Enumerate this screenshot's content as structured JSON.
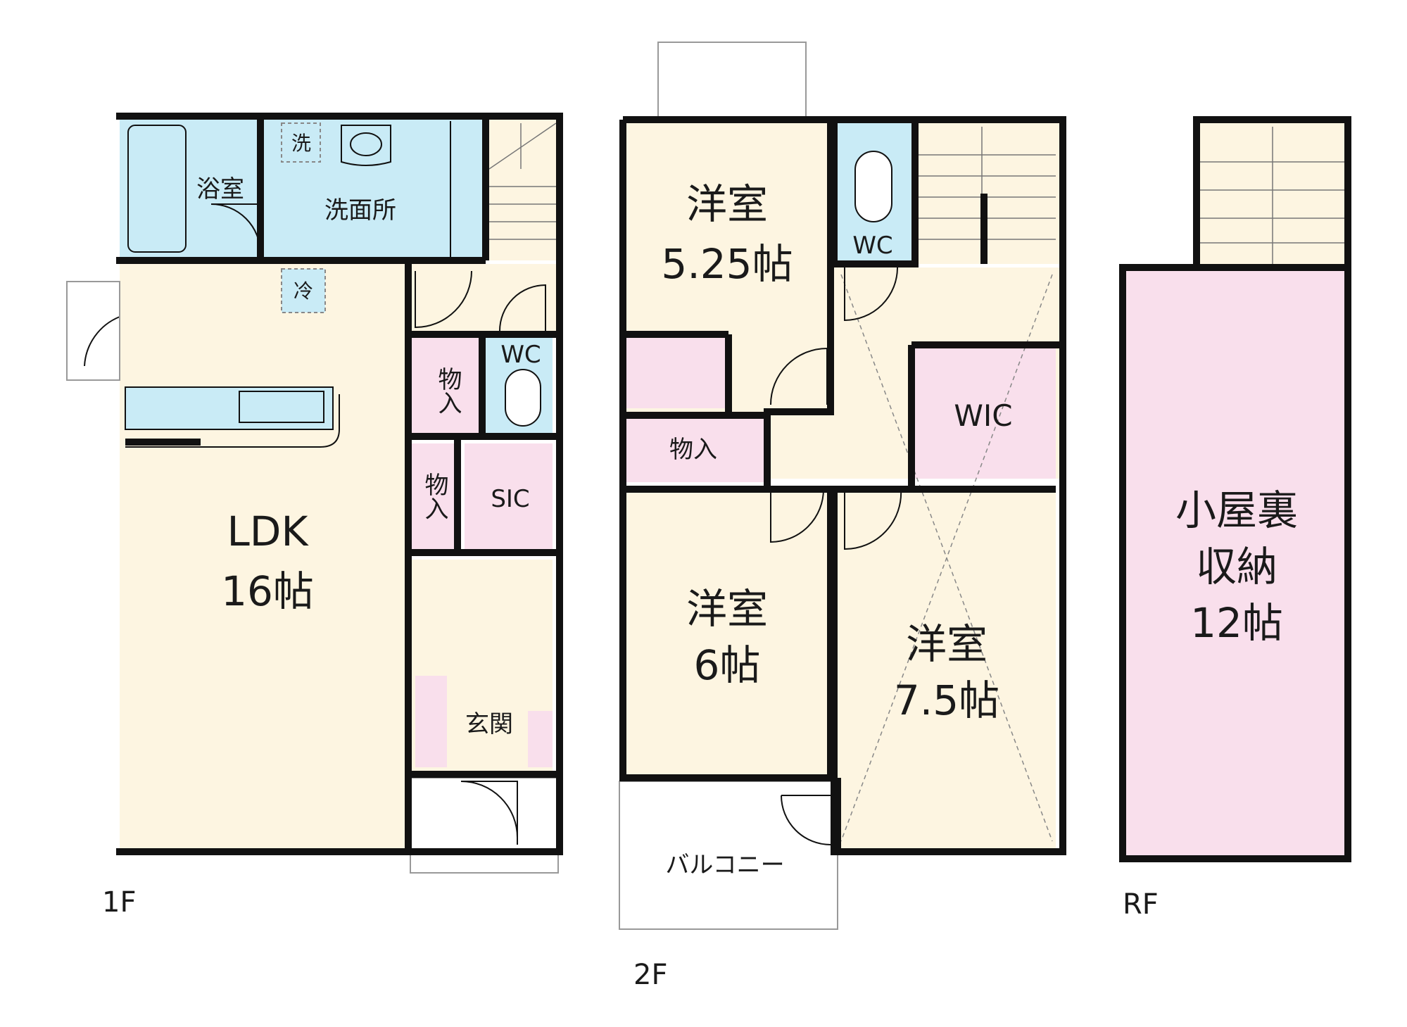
{
  "colors": {
    "living": "#fdf5e1",
    "wet": "#c9ebf6",
    "storage": "#f9dfec",
    "stair": "#fdf5e1",
    "wall": "#111111"
  },
  "floor1": {
    "label": "1F",
    "rooms": {
      "bath": "浴室",
      "washroom": "洗面所",
      "washer": "洗",
      "fridge": "冷",
      "ldk_name": "LDK",
      "ldk_size": "16帖",
      "closet1": "物入",
      "closet2": "物入",
      "wc": "WC",
      "sic": "SIC",
      "entrance": "玄関"
    }
  },
  "floor2": {
    "label": "2F",
    "rooms": {
      "western_a_name": "洋室",
      "western_a_size": "5.25帖",
      "wc": "WC",
      "wic": "WIC",
      "closet": "物入",
      "western_b_name": "洋室",
      "western_b_size": "6帖",
      "western_c_name": "洋室",
      "western_c_size": "7.5帖",
      "balcony": "バルコニー"
    }
  },
  "roof": {
    "label": "RF",
    "rooms": {
      "attic_line1": "小屋裏",
      "attic_line2": "収納",
      "attic_size": "12帖"
    }
  }
}
